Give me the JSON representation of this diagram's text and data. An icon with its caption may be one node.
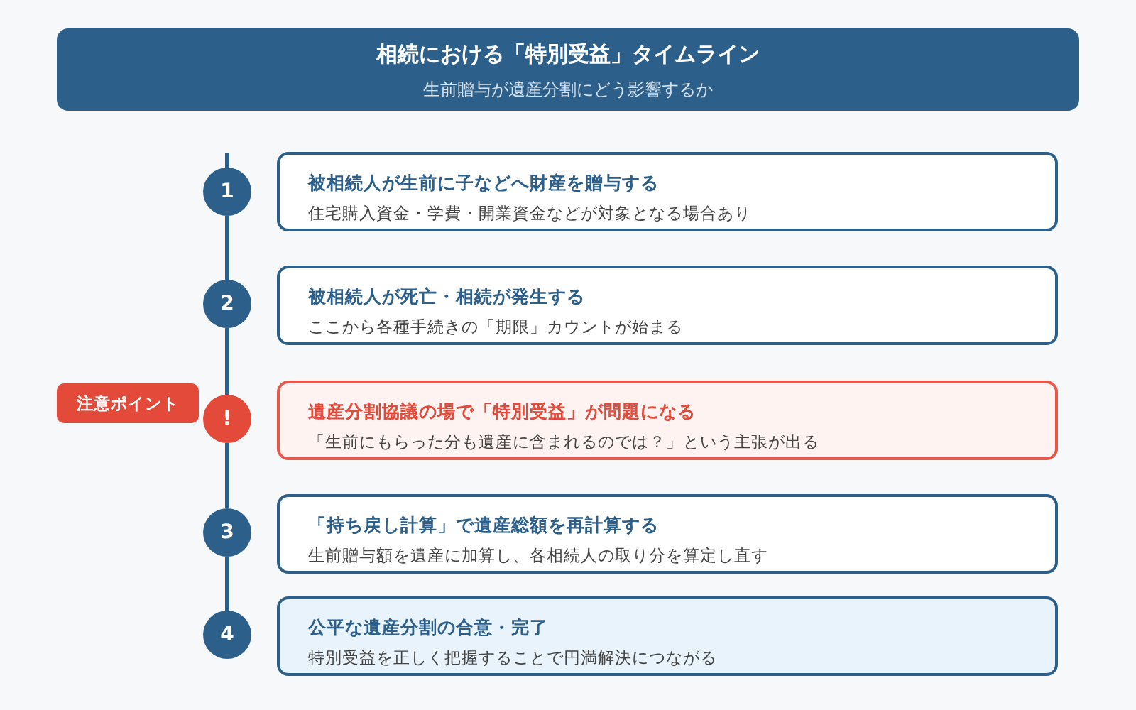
{
  "diagram": {
    "title": "相続における「特別受益」タイムライン",
    "caption": "生前贈与が遺産分割にどう影響するか",
    "nodes": [
      {
        "text": [
          "1"
        ]
      },
      {
        "text": [
          "被相続人が生前に子などへ財産を贈与する",
          "住宅購入資金・学費・開業資金などが対象となる場合あり"
        ]
      },
      {
        "text": [
          "2"
        ]
      },
      {
        "text": [
          "被相続人が死亡・相続が発生する",
          "ここから各種手続きの「期限」カウントが始まる"
        ]
      },
      {
        "text": [
          "注意ポイント"
        ]
      },
      {
        "text": [
          "!"
        ]
      },
      {
        "text": [
          "遺産分割協議の場で「特別受益」が問題になる",
          "「生前にもらった分も遺産に含まれるのでは？」という主張が出る"
        ]
      },
      {
        "text": [
          "3"
        ]
      },
      {
        "text": [
          "「持ち戻し計算」で遺産総額を再計算する",
          "生前贈与額を遺産に加算し、各相続人の取り分を算定し直す"
        ]
      },
      {
        "text": [
          "4"
        ]
      },
      {
        "text": [
          "公平な遺産分割の合意・完了",
          "特別受益を正しく把握することで円満解決につながる"
        ]
      }
    ],
    "edges": [
      {
        "from": null,
        "to": 0,
        "arrow": "none"
      },
      {
        "from": 0,
        "to": 2,
        "arrow": "none"
      },
      {
        "from": 2,
        "to": 5,
        "arrow": "none"
      },
      {
        "from": 5,
        "to": 7,
        "arrow": "none"
      },
      {
        "from": 7,
        "to": 9,
        "arrow": "none"
      }
    ]
  }
}
